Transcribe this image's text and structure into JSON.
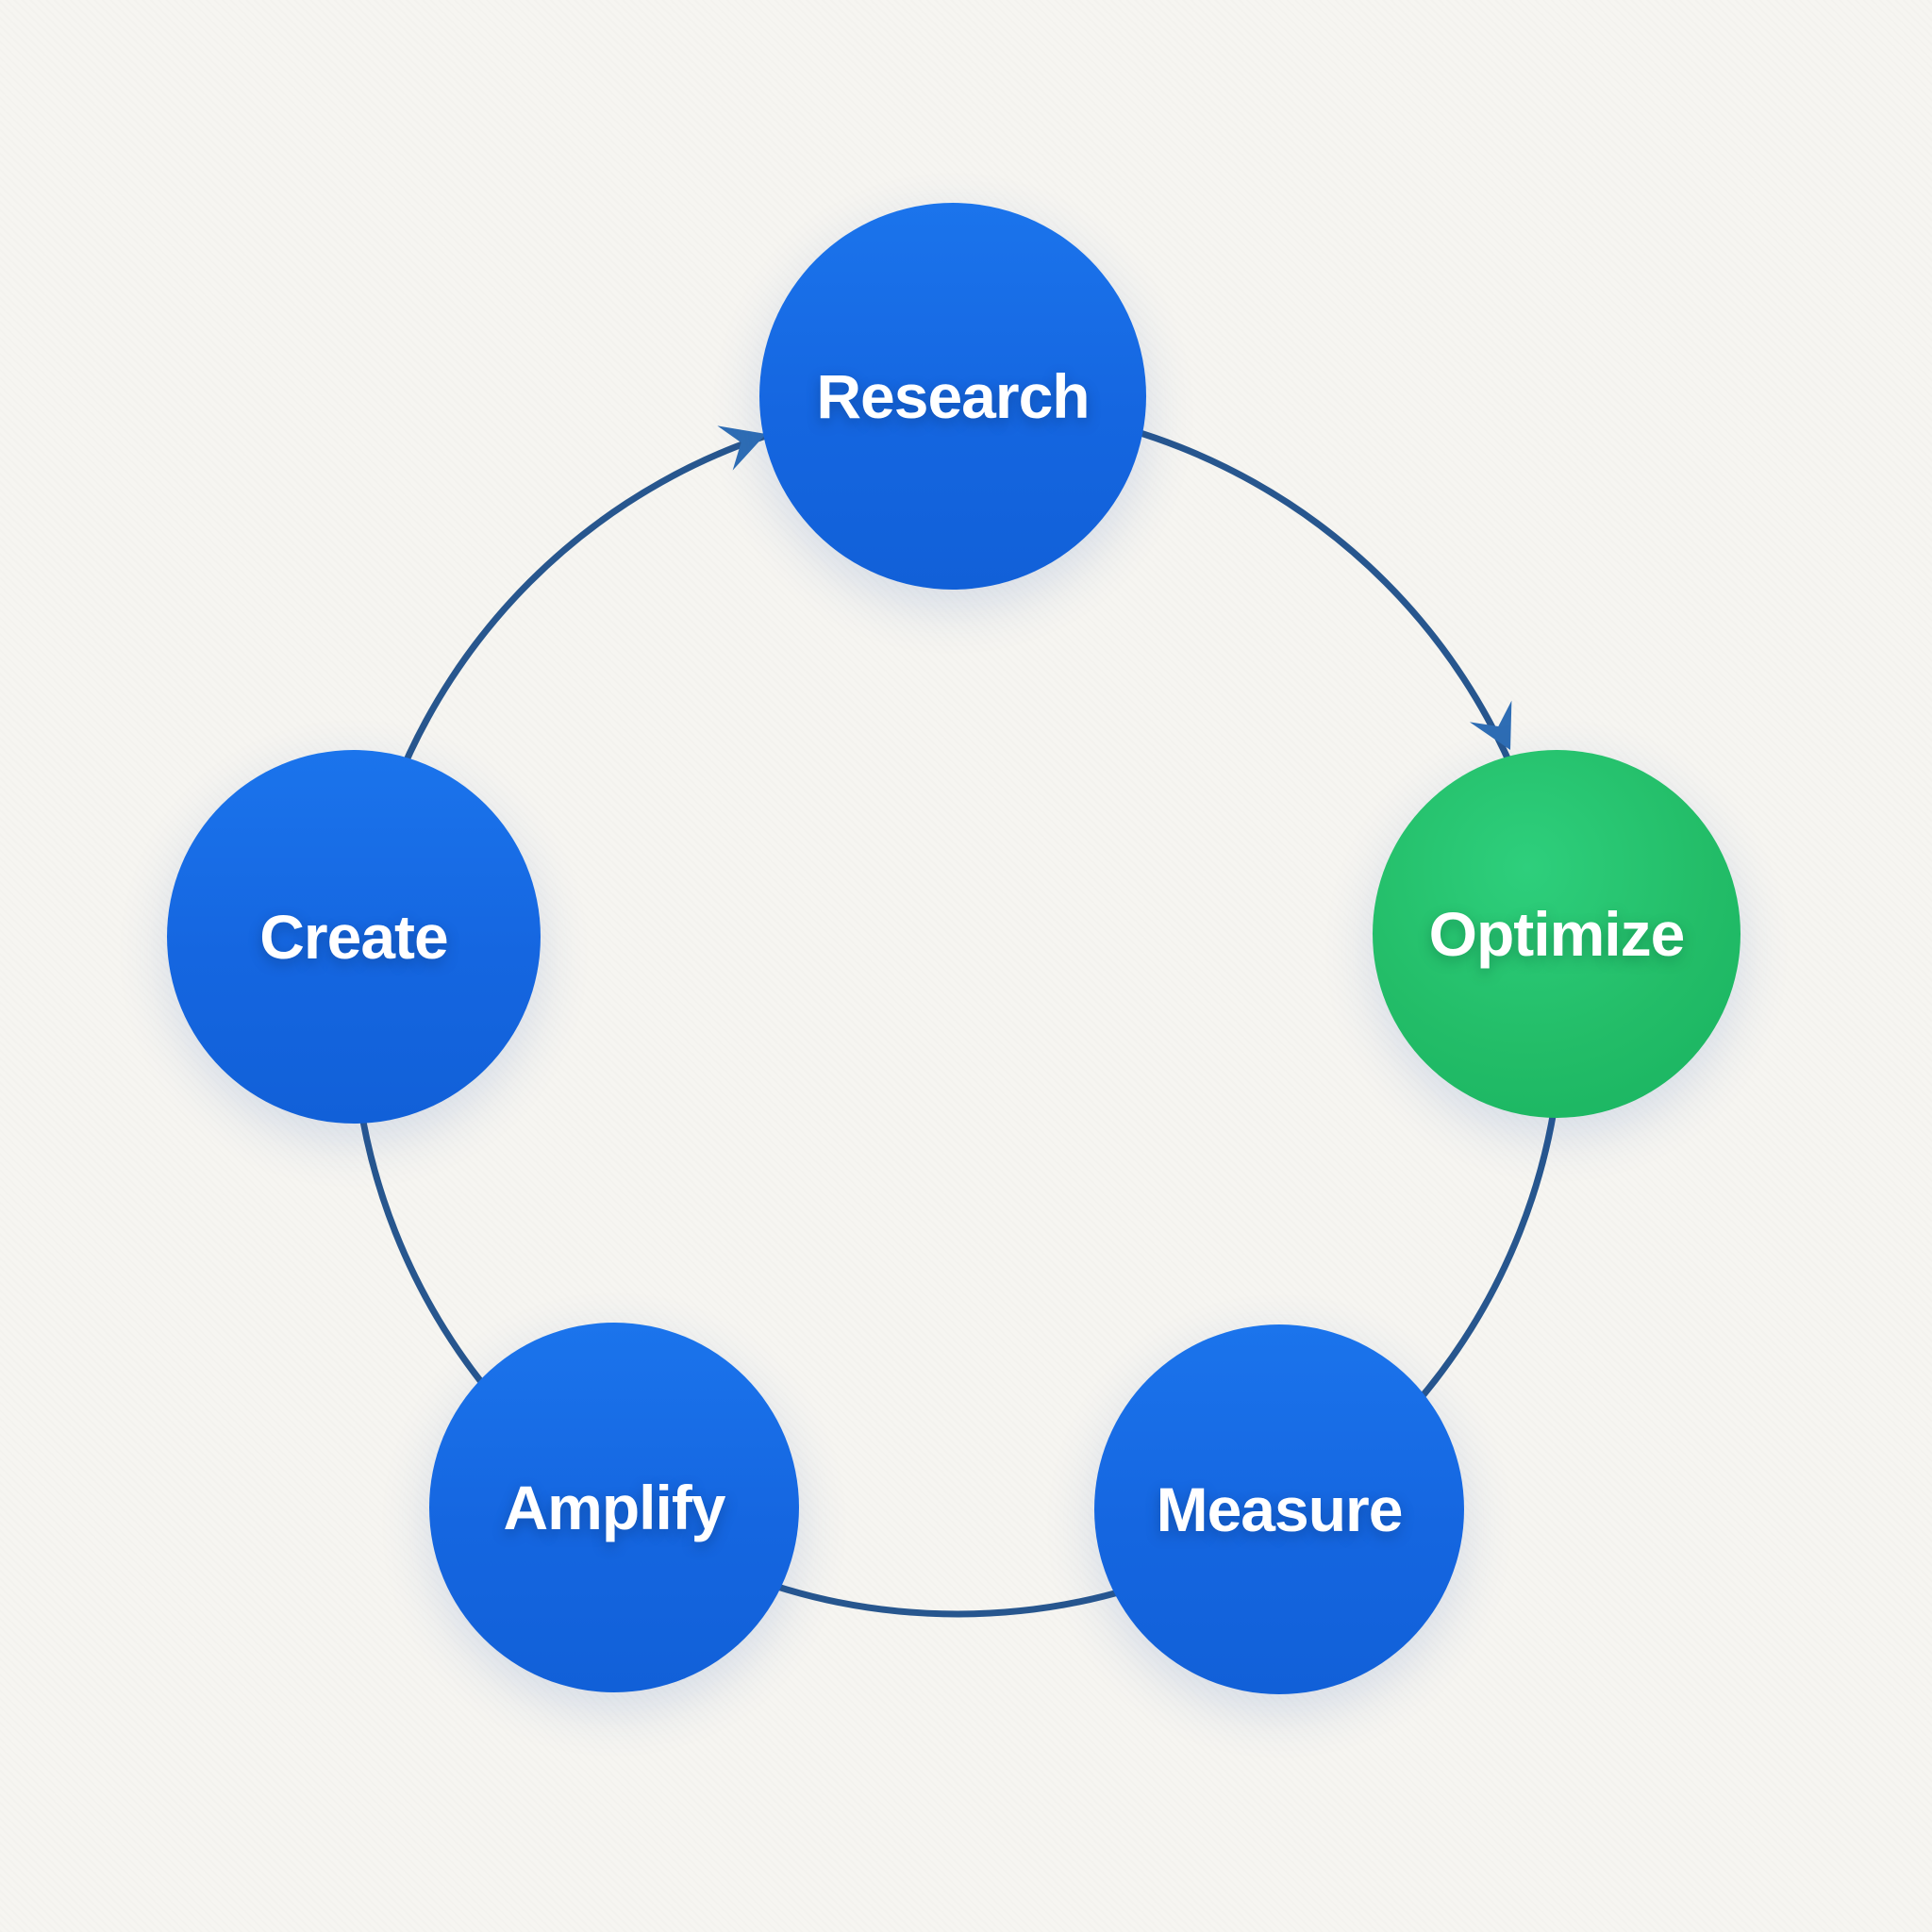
{
  "diagram": {
    "type": "cycle",
    "flow_direction": "clockwise",
    "nodes": [
      {
        "id": "research",
        "label": "Research",
        "fill": "#1566e0",
        "shape": "circle",
        "position": "top"
      },
      {
        "id": "optimize",
        "label": "Optimize",
        "fill": "#23bd68",
        "shape": "circle",
        "position": "right"
      },
      {
        "id": "measure",
        "label": "Measure",
        "fill": "#1566e0",
        "shape": "circle",
        "position": "bottom-right"
      },
      {
        "id": "amplify",
        "label": "Amplify",
        "fill": "#1566e0",
        "shape": "circle",
        "position": "bottom-left"
      },
      {
        "id": "create",
        "label": "Create",
        "fill": "#1566e0",
        "shape": "circle",
        "position": "left"
      }
    ],
    "edges": [
      {
        "from": "create",
        "to": "research",
        "arrowhead_visible": true
      },
      {
        "from": "research",
        "to": "optimize",
        "arrowhead_visible": true
      },
      {
        "from": "optimize",
        "to": "measure",
        "arrowhead_visible": false
      },
      {
        "from": "measure",
        "to": "amplify",
        "arrowhead_visible": false
      },
      {
        "from": "amplify",
        "to": "create",
        "arrowhead_visible": false
      }
    ],
    "colors": {
      "background": "#f6f5f1",
      "node_blue": "#1566e0",
      "node_green": "#23bd68",
      "connector_line": "#27568e",
      "arrowhead": "#2e6db4",
      "label_text": "#ffffff"
    }
  }
}
